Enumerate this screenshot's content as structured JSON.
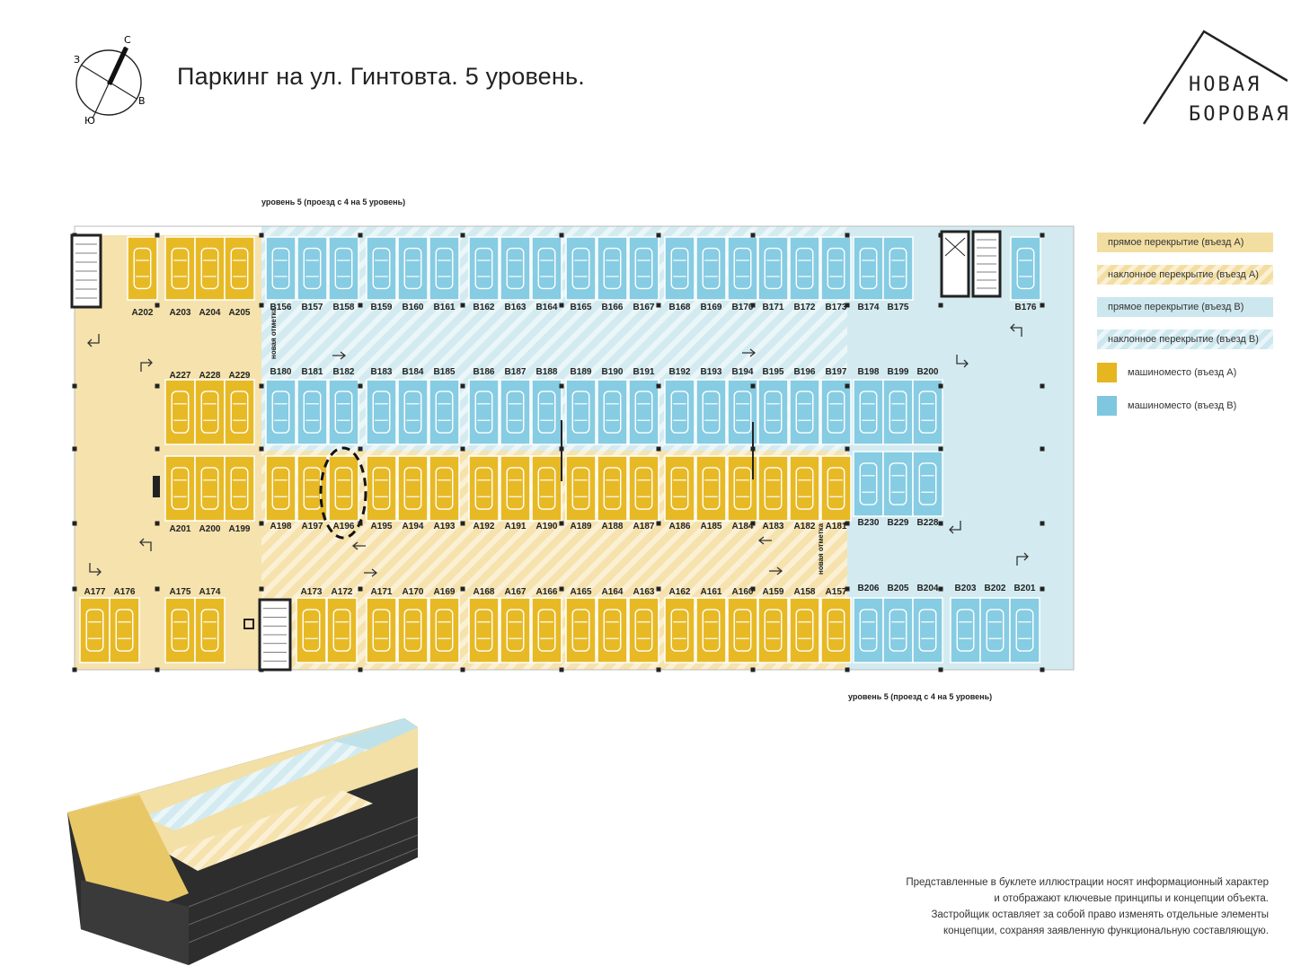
{
  "title": "Паркинг на ул. Гинтовта. 5 уровень.",
  "compass": {
    "n": "С",
    "w": "З",
    "e": "В",
    "s": "Ю"
  },
  "logo": {
    "line1": "НОВАЯ",
    "line2": "БОРОВАЯ"
  },
  "ramp_note_top": "уровень 5 (проезд с 4 на 5 уровень)",
  "ramp_note_bottom": "уровень 5 (проезд с 4 на 5 уровень)",
  "vertical_note_1": "новая отметка",
  "vertical_note_2": "новая отметка",
  "legend": {
    "items": [
      {
        "label": "прямое перекрытие (въезд А)",
        "color": "#f3dea2"
      },
      {
        "label": "наклонное перекрытие (въезд А)",
        "color": "#f3dea2"
      },
      {
        "label": "прямое перекрытие (въезд В)",
        "color": "#cde7ee"
      },
      {
        "label": "наклонное перекрытие (въезд В)",
        "color": "#cde7ee"
      }
    ],
    "swatches": [
      {
        "label": "машиноместо (въезд А)",
        "color": "#e5b61f"
      },
      {
        "label": "машиноместо (въезд В)",
        "color": "#7fc7e0"
      }
    ]
  },
  "colors": {
    "yellow_fill": "#f5e2ad",
    "blue_fill": "#d3ebf0",
    "slot_yellow": "#e7b925",
    "slot_blue": "#86cce3"
  },
  "slots": {
    "rowA_top": [
      "A202",
      "A203",
      "A204",
      "A205"
    ],
    "rowB1": [
      "B156",
      "B157",
      "B158",
      "B159",
      "B160",
      "B161",
      "B162",
      "B163",
      "B164",
      "B165",
      "B166",
      "B167",
      "B168",
      "B169",
      "B170",
      "B171",
      "B172",
      "B173",
      "B174",
      "B175",
      "B176"
    ],
    "rowA_mid_top": [
      "A227",
      "A228",
      "A229"
    ],
    "rowB2": [
      "B180",
      "B181",
      "B182",
      "B183",
      "B184",
      "B185",
      "B186",
      "B187",
      "B188",
      "B189",
      "B190",
      "B191",
      "B192",
      "B193",
      "B194",
      "B195",
      "B196",
      "B197",
      "B198",
      "B199",
      "B200"
    ],
    "rowA_mid_bottom": [
      "A201",
      "A200",
      "A199"
    ],
    "rowA3": [
      "A198",
      "A197",
      "A196",
      "A195",
      "A194",
      "A193",
      "A192",
      "A191",
      "A190",
      "A189",
      "A188",
      "A187",
      "A186",
      "A185",
      "A184",
      "A183",
      "A182",
      "A181"
    ],
    "rowB3": [
      "B230",
      "B229",
      "B228"
    ],
    "rowA_bottom_left": [
      "A177",
      "A176",
      "A175",
      "A174"
    ],
    "rowA4": [
      "A173",
      "A172",
      "A171",
      "A170",
      "A169",
      "A168",
      "A167",
      "A166",
      "A165",
      "A164",
      "A163",
      "A162",
      "A161",
      "A160",
      "A159",
      "A158",
      "A157"
    ],
    "rowB4": [
      "B206",
      "B205",
      "B204",
      "B203",
      "B202",
      "B201"
    ]
  },
  "highlighted_slot": "A196",
  "disclaimer": [
    "Представленные в буклете иллюстрации носят информационный характер",
    "и отображают ключевые принципы и концепции объекта.",
    "Застройщик оставляет за собой право изменять отдельные элементы",
    "концепции, сохраняя заявленную функциональную составляющую."
  ]
}
